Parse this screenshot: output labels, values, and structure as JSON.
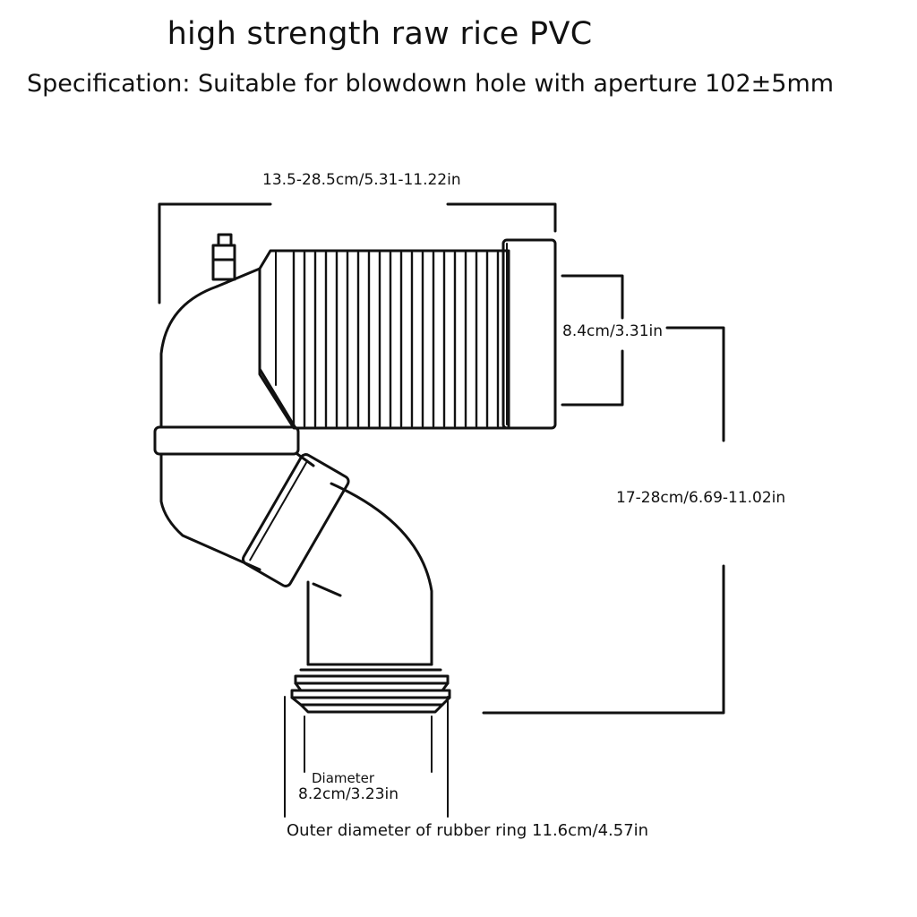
{
  "header": {
    "title": "high strength raw rice PVC",
    "specification": "Specification: Suitable for blowdown hole with aperture 102±5mm"
  },
  "dimensions": {
    "length": "13.5-28.5cm/5.31-11.22in",
    "socket_height": "8.4cm/3.31in",
    "height": "17-28cm/6.69-11.02in",
    "diameter_label": "Diameter",
    "diameter_value": "8.2cm/3.23in",
    "outer_ring": "Outer diameter of rubber ring 11.6cm/4.57in"
  },
  "colors": {
    "line": "#111111",
    "background": "#ffffff"
  }
}
